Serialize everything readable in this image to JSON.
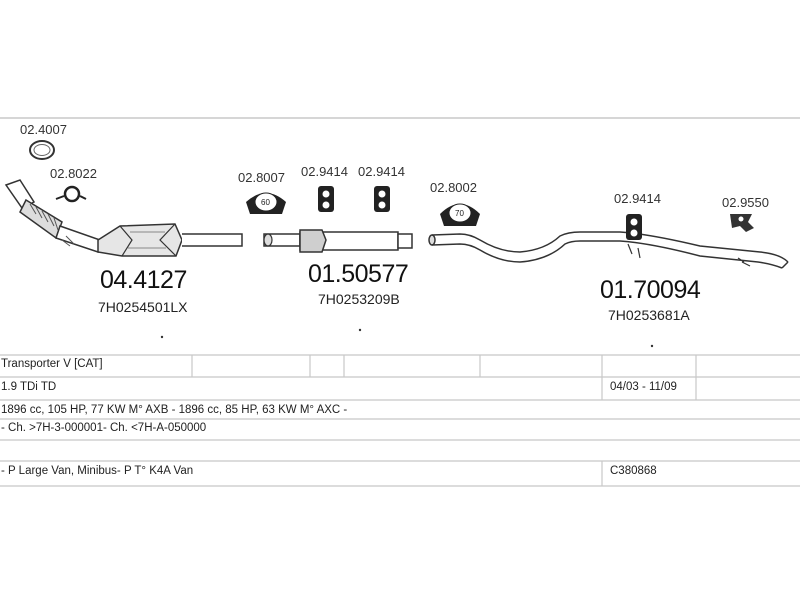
{
  "parts": [
    {
      "code": "02.4007"
    },
    {
      "code": "02.8022"
    },
    {
      "code": "02.8007",
      "ring_size": "60"
    },
    {
      "code": "02.9414"
    },
    {
      "code": "02.9414"
    },
    {
      "code": "02.8002",
      "ring_size": "70"
    },
    {
      "code": "02.9414"
    },
    {
      "code": "02.9550"
    }
  ],
  "main_parts": [
    {
      "number": "04.4127",
      "oem": "7H0254501LX"
    },
    {
      "number": "01.50577",
      "oem": "7H0253209B"
    },
    {
      "number": "01.70094",
      "oem": "7H0253681A"
    }
  ],
  "table": {
    "model": "Transporter V  [CAT]",
    "engine": "1.9 TDi TD",
    "years": "04/03 - 11/09",
    "engine_details": "1896 cc, 105 HP, 77 KW M° AXB - 1896 cc, 85 HP, 63 KW M° AXC -",
    "chassis": "- Ch. >7H-3-000001- Ch. <7H-A-050000",
    "body_types": "- P Large Van, Minibus- P T° K4A Van",
    "reference": "C380868"
  },
  "colors": {
    "line": "#bdbdbd",
    "ink": "#333333"
  }
}
